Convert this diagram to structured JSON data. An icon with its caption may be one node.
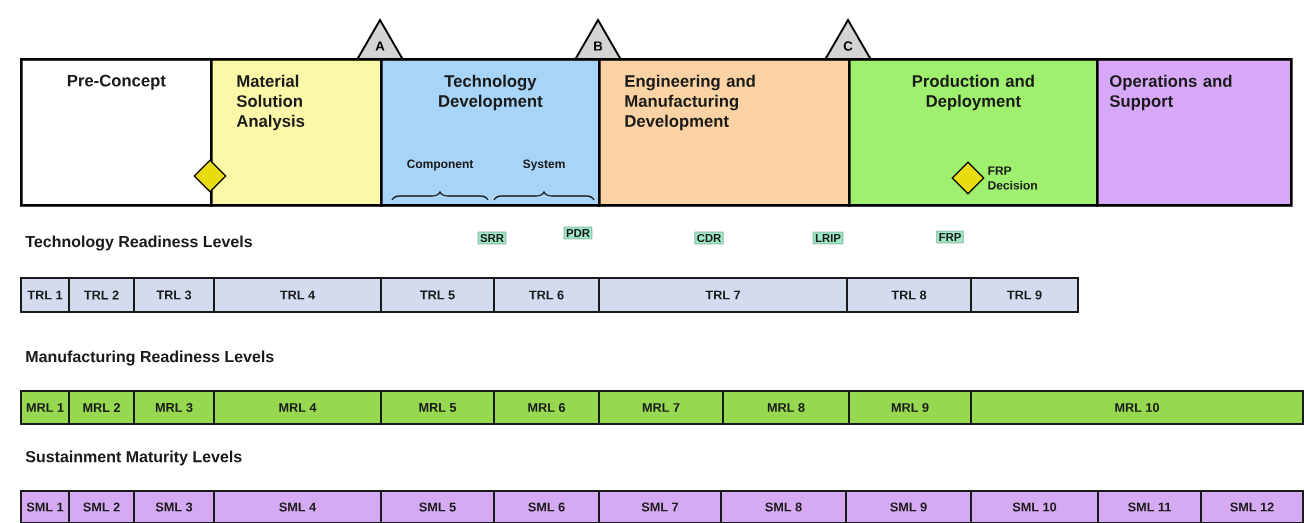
{
  "diagram": {
    "nodes": [
      {
        "text": [
          "Pre-Concept"
        ]
      },
      {
        "text": [
          "Material Solution Analysis"
        ]
      },
      {
        "text": [
          "Technology Development",
          "Component",
          "System"
        ]
      },
      {
        "text": [
          "Engineering and Manufacturing Development"
        ]
      },
      {
        "text": [
          "Production and Deployment"
        ]
      },
      {
        "text": [
          "Operations and Support"
        ]
      },
      {
        "text": [
          "A"
        ]
      },
      {
        "text": [
          "B"
        ]
      },
      {
        "text": [
          "C"
        ]
      },
      {
        "text": [],
        "shape": "diamond"
      },
      {
        "text": [],
        "shape": "diamond",
        "in": 4,
        "beside": [
          "FRP Decision"
        ]
      },
      {
        "text": [
          "SRR"
        ]
      },
      {
        "text": [
          "PDR"
        ]
      },
      {
        "text": [
          "CDR"
        ]
      },
      {
        "text": [
          "LRIP"
        ]
      },
      {
        "text": [
          "FRP"
        ]
      },
      {
        "text": [
          "TRL 1"
        ]
      },
      {
        "text": [
          "TRL 2"
        ]
      },
      {
        "text": [
          "TRL 3"
        ]
      },
      {
        "text": [
          "TRL 4"
        ]
      },
      {
        "text": [
          "TRL 5"
        ]
      },
      {
        "text": [
          "TRL 6"
        ]
      },
      {
        "text": [
          "TRL 7"
        ]
      },
      {
        "text": [
          "TRL 8"
        ]
      },
      {
        "text": [
          "TRL 9"
        ]
      },
      {
        "text": [
          "MRL 1"
        ]
      },
      {
        "text": [
          "MRL 2"
        ]
      },
      {
        "text": [
          "MRL 3"
        ]
      },
      {
        "text": [
          "MRL 4"
        ]
      },
      {
        "text": [
          "MRL 5"
        ]
      },
      {
        "text": [
          "MRL 6"
        ]
      },
      {
        "text": [
          "MRL 7"
        ]
      },
      {
        "text": [
          "MRL 8"
        ]
      },
      {
        "text": [
          "MRL 9"
        ]
      },
      {
        "text": [
          "MRL 10"
        ]
      },
      {
        "text": [
          "SML 1"
        ]
      },
      {
        "text": [
          "SML 2"
        ]
      },
      {
        "text": [
          "SML 3"
        ]
      },
      {
        "text": [
          "SML 4"
        ]
      },
      {
        "text": [
          "SML 5"
        ]
      },
      {
        "text": [
          "SML 6"
        ]
      },
      {
        "text": [
          "SML 7"
        ]
      },
      {
        "text": [
          "SML 8"
        ]
      },
      {
        "text": [
          "SML 9"
        ]
      },
      {
        "text": [
          "SML 10"
        ]
      },
      {
        "text": [
          "SML 11"
        ]
      },
      {
        "text": [
          "SML 12"
        ]
      }
    ],
    "labels": [
      "Technology Readiness Levels",
      "Manufacturing Readiness Levels",
      "Sustainment Maturity Levels"
    ]
  }
}
